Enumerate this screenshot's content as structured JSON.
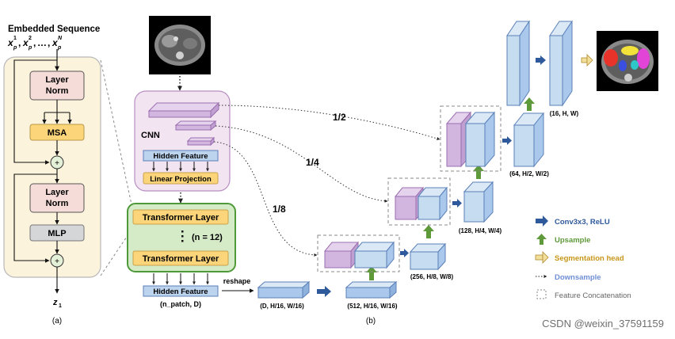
{
  "panel_a": {
    "title": "Embedded Sequence",
    "inputs_x": "x",
    "inputs_p": "p",
    "sup1": "1",
    "sup2": "2",
    "supN": "N",
    "sep1": ",",
    "sep2": ",",
    "dots": "…",
    "sep3": ",",
    "layer_norm_1_line1": "Layer",
    "layer_norm_1_line2": "Norm",
    "msa": "MSA",
    "plus1": "+",
    "layer_norm_2_line1": "Layer",
    "layer_norm_2_line2": "Norm",
    "mlp": "MLP",
    "plus2": "+",
    "output_z": "z",
    "output_sub": "1",
    "caption": "(a)"
  },
  "panel_b": {
    "cnn_label": "CNN",
    "hidden_feature": "Hidden Feature",
    "linear_projection": "Linear Projection",
    "transformer_layer_top": "Transformer Layer",
    "n_label": "(n = 12)",
    "transformer_layer_bottom": "Transformer Layer",
    "hidden_feature_bottom": "Hidden Feature",
    "n_patch_label": "(n_patch, D)",
    "reshape": "reshape",
    "scale_1_2": "1/2",
    "scale_1_4": "1/4",
    "scale_1_8": "1/8",
    "dim_D": "(D, H/16, W/16)",
    "dim_512": "(512, H/16, W/16)",
    "dim_256": "(256, H/8, W/8)",
    "dim_128": "(128, H/4, W/4)",
    "dim_64": "(64, H/2, W/2)",
    "dim_16": "(16, H, W)",
    "caption": "(b)"
  },
  "legend": {
    "conv": "Conv3x3, ReLU",
    "upsample": "Upsample",
    "seg_head": "Segmentation head",
    "downsample": "Downsample",
    "concat": "Feature Concatenation"
  },
  "watermark": "CSDN @weixin_37591159",
  "colors": {
    "conv_blue": "#2e5a9c",
    "upsample_green": "#5e9a3a",
    "seg_head_gold": "#c8961a",
    "downsample_blue": "#6f8fd6",
    "concat_gray": "#666666",
    "layer_norm_fill": "#f6dcd8",
    "msa_fill": "#fcd57a",
    "mlp_fill": "#d4d6d8",
    "panel_a_bg": "#fcf3dc",
    "cnn_bg": "#f3e4f1",
    "transformer_bg": "#d5ebc8",
    "purple_feature": "#d2b6df",
    "blue_feature": "#c5dcf1"
  }
}
